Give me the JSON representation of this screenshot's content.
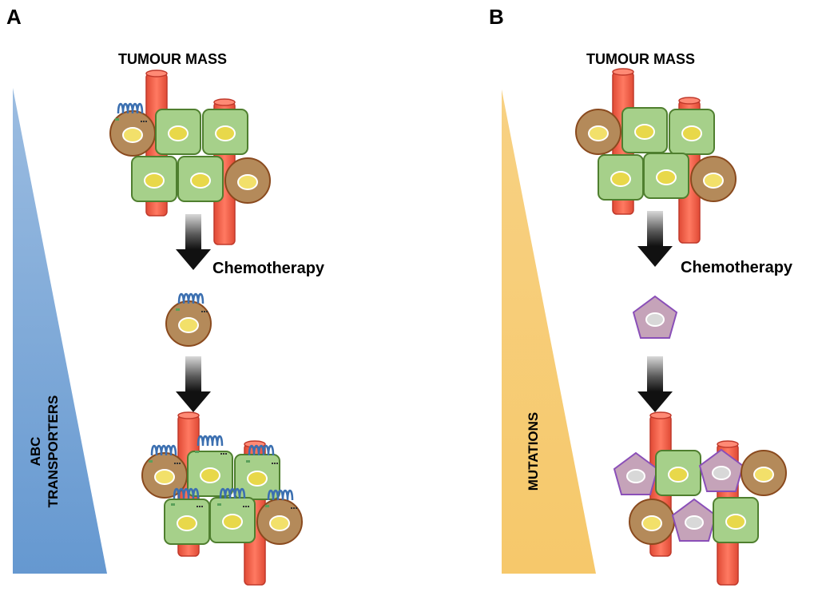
{
  "panel_a": {
    "letter": "A",
    "title": "TUMOUR MASS",
    "chemo_label": "Chemotherapy",
    "gradient_label_line1": "ABC",
    "gradient_label_line2": "TRANSPORTERS"
  },
  "panel_b": {
    "letter": "B",
    "title": "TUMOUR MASS",
    "chemo_label": "Chemotherapy",
    "gradient_label": "MUTATIONS"
  },
  "colors": {
    "vessel": "#f05a45",
    "vessel_stroke": "#c0392b",
    "green_cell": "#a6d08a",
    "green_stroke": "#4f7f2f",
    "brown_cell": "#b48a5a",
    "brown_stroke": "#8a4a1e",
    "nucleus": "#e8d84a",
    "purple_cell": "#c5a3b9",
    "purple_stroke": "#8a4fb8",
    "transporter": "#3b6fb0",
    "abc_gradient_top": "#4a86c8",
    "mut_gradient_top": "#f5c25a"
  }
}
